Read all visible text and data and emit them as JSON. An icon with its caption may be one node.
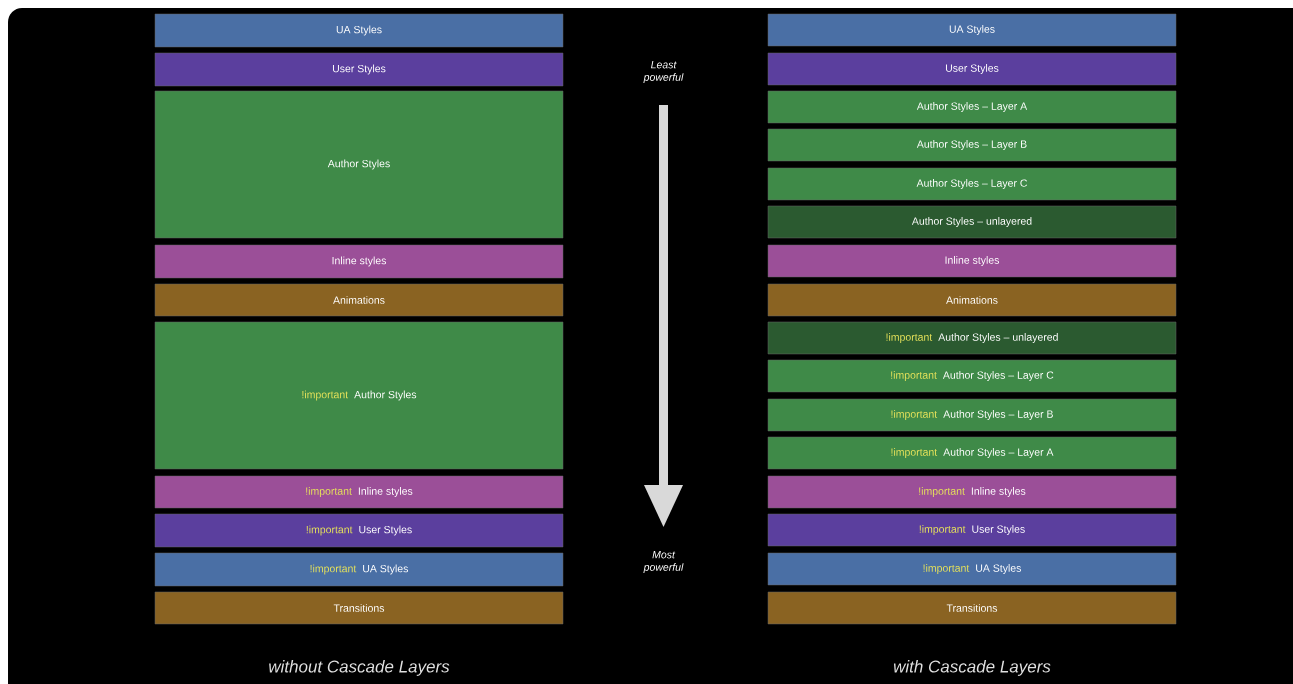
{
  "diagram": {
    "nodes": [
      {
        "text": [
          "UA Styles"
        ]
      },
      {
        "text": [
          "User Styles"
        ]
      },
      {
        "text": [
          "Author Styles"
        ]
      },
      {
        "text": [
          "Inline styles"
        ]
      },
      {
        "text": [
          "Animations"
        ]
      },
      {
        "text": [
          "!important",
          "Author Styles"
        ]
      },
      {
        "text": [
          "!important",
          "Inline styles"
        ]
      },
      {
        "text": [
          "!important",
          "User Styles"
        ]
      },
      {
        "text": [
          "!important",
          "UA Styles"
        ]
      },
      {
        "text": [
          "Transitions"
        ]
      },
      {
        "text": [
          "UA Styles"
        ]
      },
      {
        "text": [
          "User Styles"
        ]
      },
      {
        "text": [
          "Author Styles – Layer A"
        ]
      },
      {
        "text": [
          "Author Styles – Layer B"
        ]
      },
      {
        "text": [
          "Author Styles – Layer C"
        ]
      },
      {
        "text": [
          "Author Styles – unlayered"
        ]
      },
      {
        "text": [
          "Inline styles"
        ]
      },
      {
        "text": [
          "Animations"
        ]
      },
      {
        "text": [
          "!important",
          "Author Styles – unlayered"
        ]
      },
      {
        "text": [
          "!important",
          "Author Styles – Layer C"
        ]
      },
      {
        "text": [
          "!important",
          "Author Styles – Layer B"
        ]
      },
      {
        "text": [
          "!important",
          "Author Styles – Layer A"
        ]
      },
      {
        "text": [
          "!important",
          "Inline styles"
        ]
      },
      {
        "text": [
          "!important",
          "User Styles"
        ]
      },
      {
        "text": [
          "!important",
          "UA Styles"
        ]
      },
      {
        "text": [
          "Transitions"
        ]
      }
    ],
    "labels": [
      "Least powerful",
      "Most powerful",
      "without Cascade Layers",
      "with Cascade Layers"
    ]
  }
}
